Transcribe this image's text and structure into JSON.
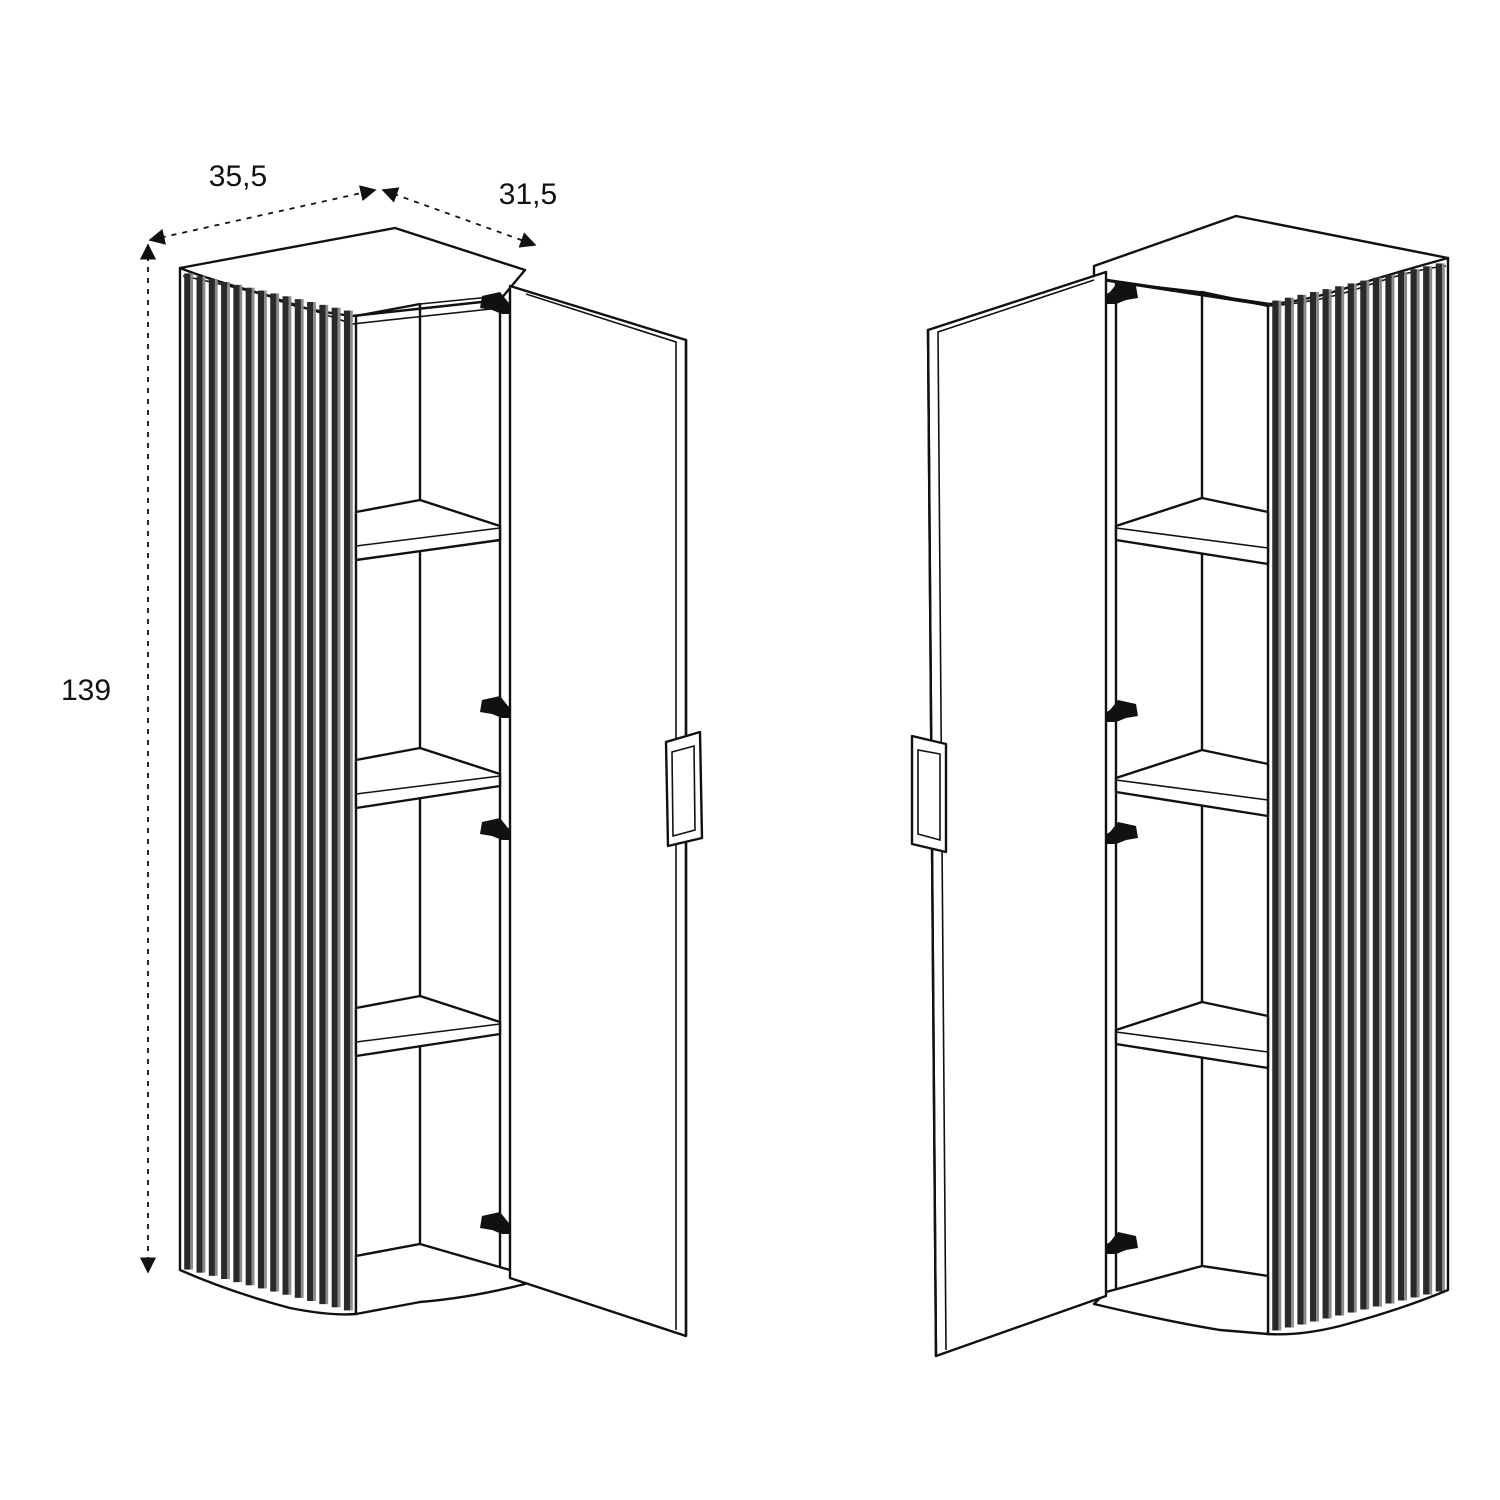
{
  "dimensions": {
    "width": "35,5",
    "depth": "31,5",
    "height": "139"
  },
  "colors": {
    "line": "#111111",
    "background": "#ffffff",
    "rib_dark": "#2a2a2a",
    "rib_light": "#8a8a8a"
  },
  "views": [
    {
      "name": "left-opening-cabinet",
      "ribs": 14,
      "shelves": 3,
      "hinges": 4
    },
    {
      "name": "right-opening-cabinet",
      "ribs": 14,
      "shelves": 3,
      "hinges": 4
    }
  ]
}
